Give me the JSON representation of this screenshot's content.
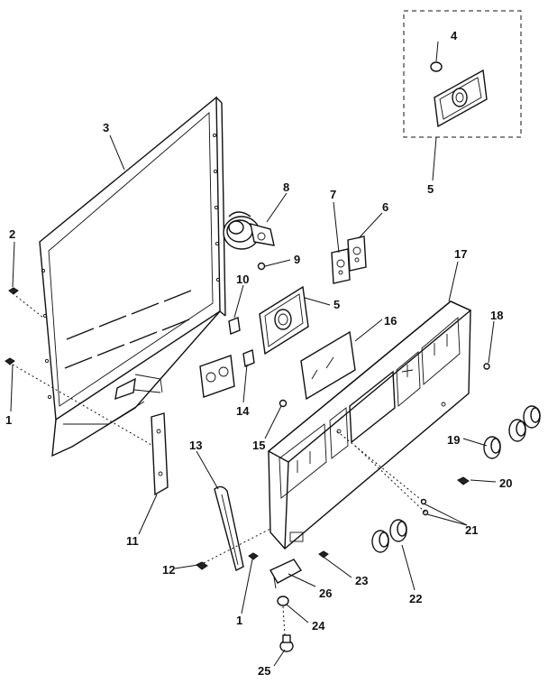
{
  "diagram": {
    "callouts": [
      {
        "id": "c1a",
        "label": "1"
      },
      {
        "id": "c1b",
        "label": "1"
      },
      {
        "id": "c2",
        "label": "2"
      },
      {
        "id": "c3",
        "label": "3"
      },
      {
        "id": "c4",
        "label": "4"
      },
      {
        "id": "c5a",
        "label": "5"
      },
      {
        "id": "c5b",
        "label": "5"
      },
      {
        "id": "c6",
        "label": "6"
      },
      {
        "id": "c7",
        "label": "7"
      },
      {
        "id": "c8",
        "label": "8"
      },
      {
        "id": "c9",
        "label": "9"
      },
      {
        "id": "c10",
        "label": "10"
      },
      {
        "id": "c11",
        "label": "11"
      },
      {
        "id": "c12",
        "label": "12"
      },
      {
        "id": "c13",
        "label": "13"
      },
      {
        "id": "c14",
        "label": "14"
      },
      {
        "id": "c15",
        "label": "15"
      },
      {
        "id": "c16",
        "label": "16"
      },
      {
        "id": "c17",
        "label": "17"
      },
      {
        "id": "c18",
        "label": "18"
      },
      {
        "id": "c19",
        "label": "19"
      },
      {
        "id": "c20",
        "label": "20"
      },
      {
        "id": "c21",
        "label": "21"
      },
      {
        "id": "c22",
        "label": "22"
      },
      {
        "id": "c23",
        "label": "23"
      },
      {
        "id": "c24",
        "label": "24"
      },
      {
        "id": "c25",
        "label": "25"
      },
      {
        "id": "c26",
        "label": "26"
      }
    ]
  }
}
